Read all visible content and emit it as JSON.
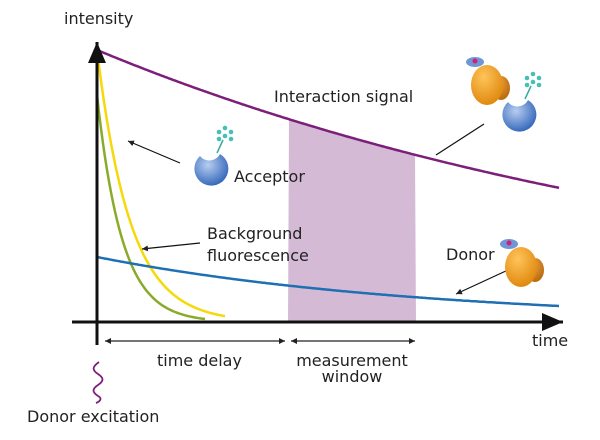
{
  "axes": {
    "y_label": "intensity",
    "x_label": "time"
  },
  "curves": {
    "interaction_signal": {
      "label": "Interaction signal",
      "color": "#7b1f7a"
    },
    "acceptor": {
      "label": "Acceptor",
      "color": "#f5d90a"
    },
    "background": {
      "label_line1": "Background",
      "label_line2": "fluorescence",
      "color": "#8aab2a"
    },
    "donor": {
      "label": "Donor",
      "color": "#1f6fb4"
    }
  },
  "intervals": {
    "time_delay": "time delay",
    "measurement_line1": "measurement",
    "measurement_line2": "window",
    "window_color": "#d5bad6"
  },
  "excitation": {
    "label": "Donor excitation",
    "color": "#7b1f7a"
  }
}
